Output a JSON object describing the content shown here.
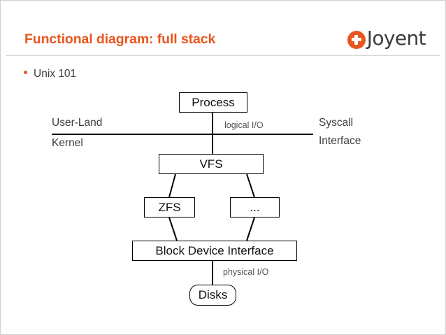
{
  "slide": {
    "title": "Functional diagram: full stack",
    "brand": {
      "name": "Joyent",
      "mark_icon": "plus-circle-icon",
      "accent_color": "#e8561f",
      "text_color": "#3c3c3a"
    },
    "bullets": [
      {
        "icon": "bullet-dot-icon",
        "label": "Unix 101"
      }
    ]
  },
  "diagram": {
    "nodes": [
      {
        "id": "process",
        "label": "Process",
        "shape": "rect"
      },
      {
        "id": "vfs",
        "label": "VFS",
        "shape": "rect"
      },
      {
        "id": "zfs",
        "label": "ZFS",
        "shape": "rect"
      },
      {
        "id": "ellipsis",
        "label": "...",
        "shape": "rect"
      },
      {
        "id": "bdi",
        "label": "Block Device Interface",
        "shape": "rect"
      },
      {
        "id": "disks",
        "label": "Disks",
        "shape": "rounded-rect"
      }
    ],
    "edges": [
      {
        "from": "process",
        "to": "vfs",
        "style": "straight"
      },
      {
        "from": "vfs",
        "to": "zfs",
        "style": "diagonal"
      },
      {
        "from": "vfs",
        "to": "ellipsis",
        "style": "diagonal"
      },
      {
        "from": "zfs",
        "to": "bdi",
        "style": "diagonal"
      },
      {
        "from": "ellipsis",
        "to": "bdi",
        "style": "diagonal"
      },
      {
        "from": "bdi",
        "to": "disks",
        "style": "straight"
      }
    ],
    "divider": {
      "above_label": "User-Land",
      "below_label": "Kernel",
      "right_label_line1": "Syscall",
      "right_label_line2": "Interface"
    },
    "annotations": [
      {
        "id": "logical-io",
        "label": "logical I/O"
      },
      {
        "id": "physical-io",
        "label": "physical I/O"
      }
    ]
  }
}
